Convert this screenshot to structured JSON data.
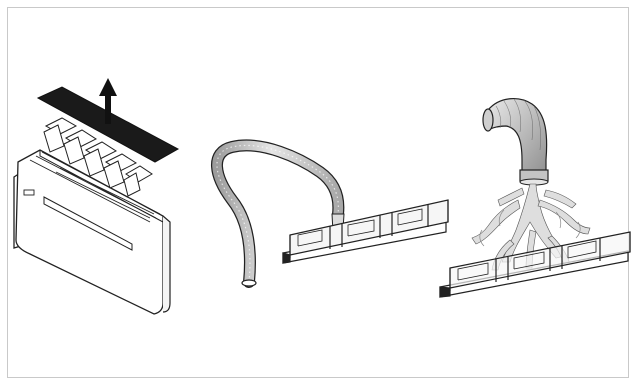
{
  "figure": {
    "panels": [
      {
        "id": "panel-1",
        "icon": "ac-unit-filter-removal-icon"
      },
      {
        "id": "panel-2",
        "icon": "vacuum-hose-filter-cleaning-icon"
      },
      {
        "id": "panel-3",
        "icon": "water-rinse-filter-icon"
      }
    ]
  },
  "colors": {
    "background": "#ffffff",
    "frame": "#c9c9c9",
    "stroke": "#222222",
    "filter_sheet": "#1a1a1a",
    "hose_light": "#e4e4e4",
    "hose_mid": "#b7b7b7",
    "water": "#d6d6d6"
  }
}
